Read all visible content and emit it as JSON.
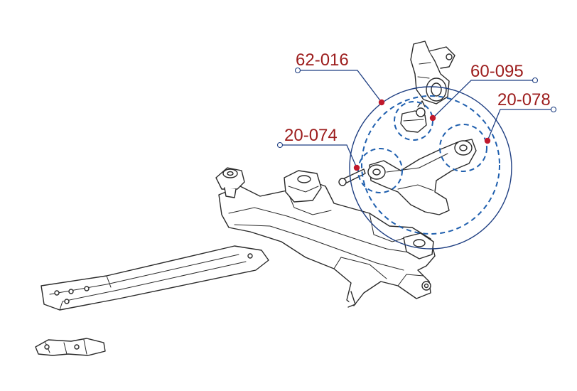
{
  "diagram": {
    "colors": {
      "label_text": "#9c1c1c",
      "leader_line": "#1f3f82",
      "marker_dot": "#c0182c",
      "dashed_highlight": "#1f5fae"
    },
    "callouts": [
      {
        "id": "callout-62-016",
        "part_number": "62-016"
      },
      {
        "id": "callout-60-095",
        "part_number": "60-095"
      },
      {
        "id": "callout-20-078",
        "part_number": "20-078"
      },
      {
        "id": "callout-20-074",
        "part_number": "20-074"
      }
    ]
  }
}
